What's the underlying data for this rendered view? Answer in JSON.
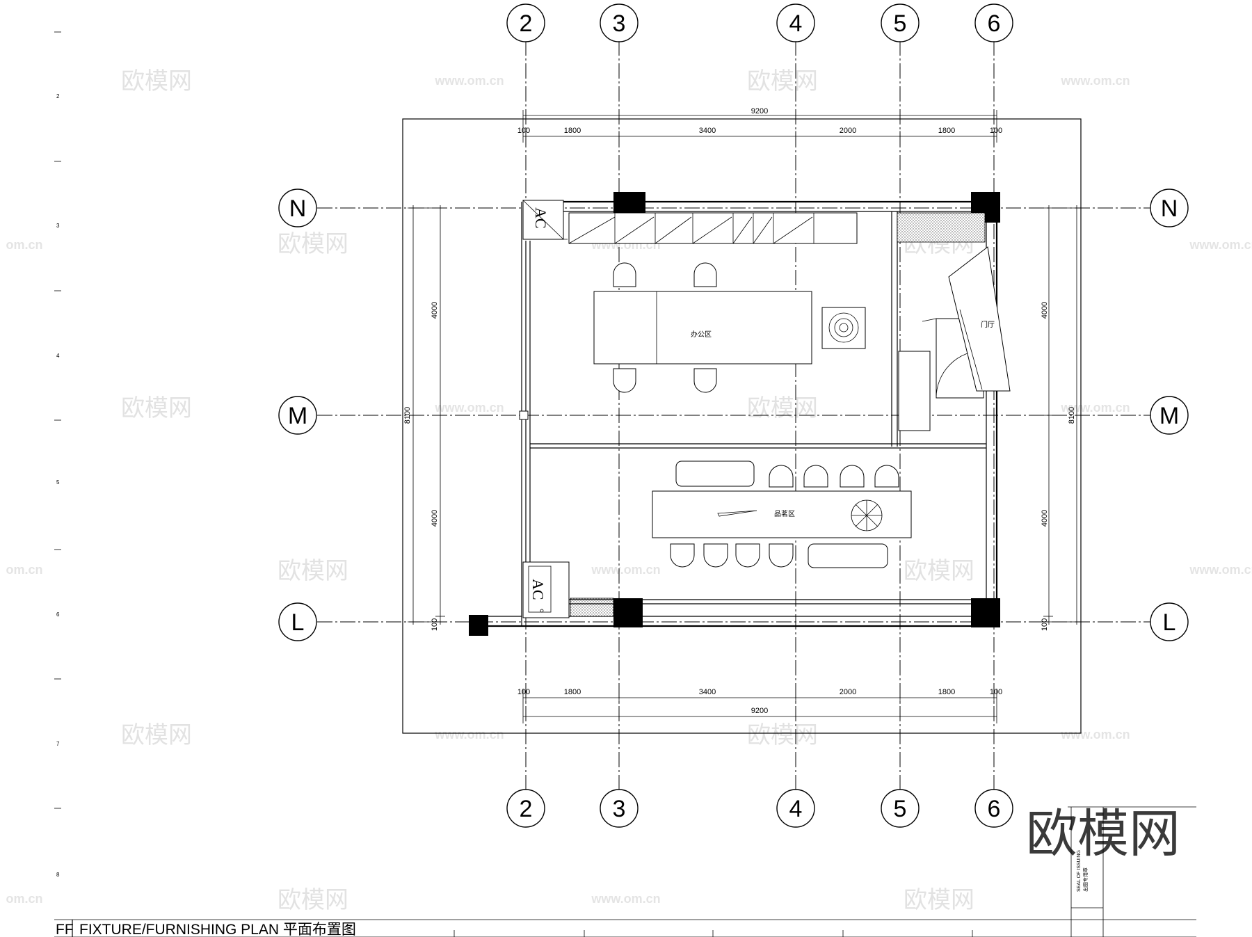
{
  "drawing": {
    "grid_columns": [
      "2",
      "3",
      "4",
      "5",
      "6"
    ],
    "grid_rows": [
      "N",
      "M",
      "L"
    ],
    "dimensions_horizontal": {
      "overall": "9200",
      "segments": [
        "100",
        "1800",
        "3400",
        "2000",
        "1800",
        "100"
      ]
    },
    "dimensions_vertical": {
      "overall": "8100",
      "segments": [
        "4000",
        "4000",
        "100"
      ]
    },
    "rooms": {
      "office": "办公区",
      "lobby": "门厅",
      "tea": "品茗区"
    },
    "ac_label": "AC"
  },
  "watermark": {
    "brand": "欧模网",
    "url": "www.om.cn",
    "url_short": "om.cn"
  },
  "logo": {
    "text": "欧模网"
  },
  "title_block": {
    "code": "FF",
    "title": "FIXTURE/FURNISHING PLAN 平面布置图"
  },
  "seal_block": {
    "line1": "SEAL OF ISSUING",
    "line2": "出图专用章"
  },
  "margin_numbers": [
    "2",
    "3",
    "4",
    "5",
    "6",
    "7",
    "8"
  ]
}
